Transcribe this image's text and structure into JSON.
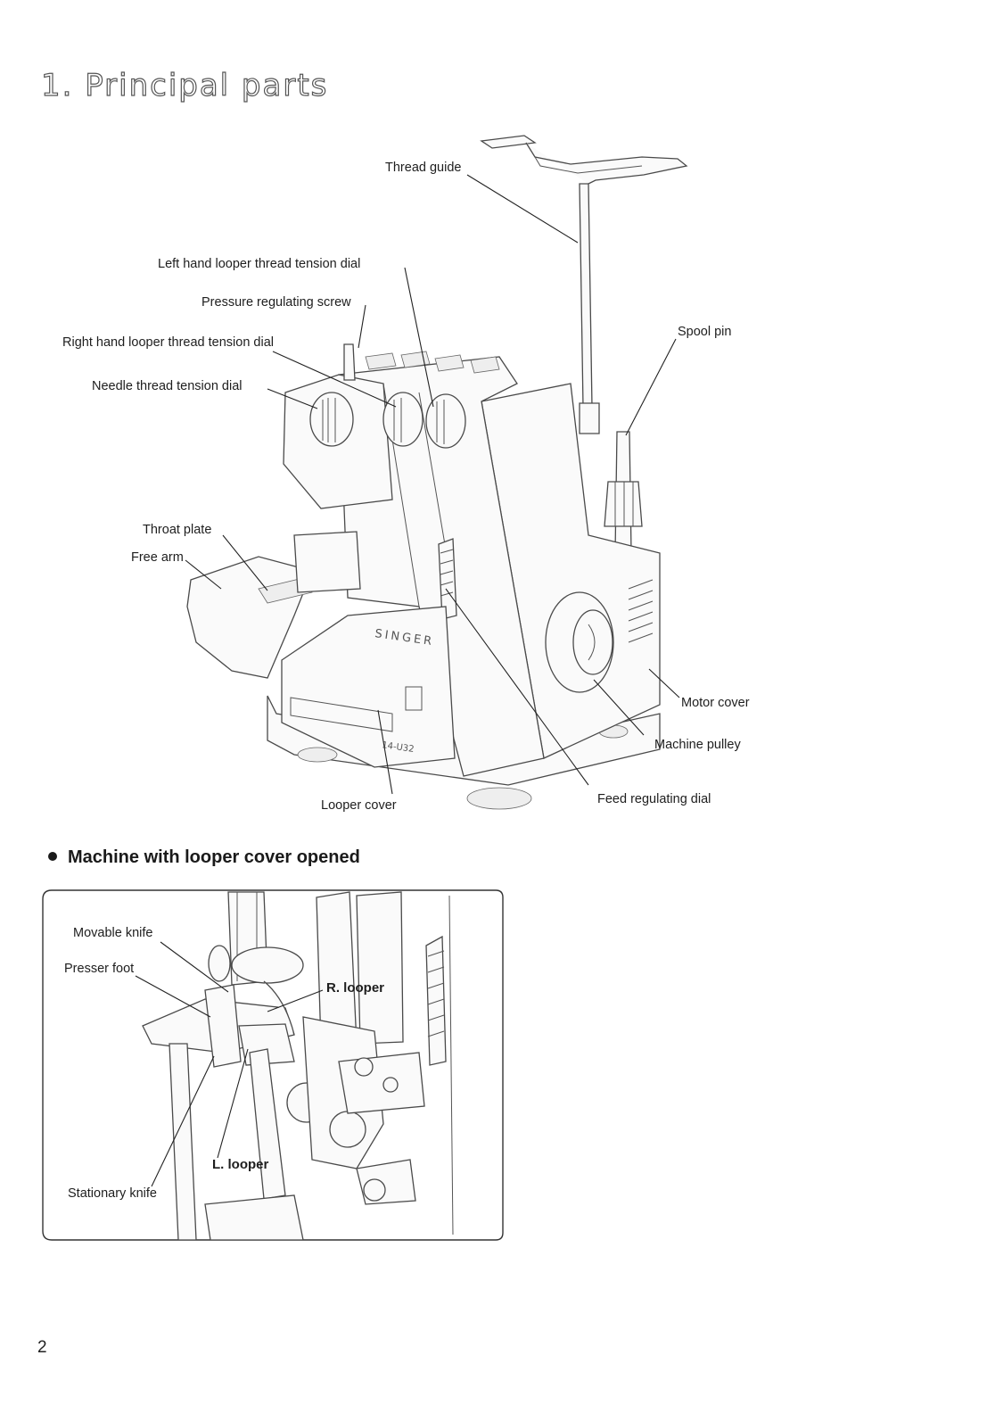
{
  "page": {
    "title": "1. Principal parts",
    "section_heading": "Machine with looper cover opened",
    "page_number": "2"
  },
  "main_figure": {
    "labels": {
      "thread_guide": "Thread guide",
      "left_hand_looper_dial": "Left hand looper thread tension dial",
      "pressure_screw": "Pressure regulating screw",
      "right_hand_looper_dial": "Right hand looper thread tension dial",
      "needle_dial": "Needle thread tension dial",
      "spool_pin": "Spool pin",
      "throat_plate": "Throat plate",
      "free_arm": "Free arm",
      "motor_cover": "Motor cover",
      "machine_pulley": "Machine pulley",
      "looper_cover": "Looper cover",
      "feed_dial": "Feed regulating dial"
    },
    "brand": "SINGER",
    "model": "14-U32"
  },
  "detail_figure": {
    "labels": {
      "movable_knife": "Movable knife",
      "presser_foot": "Presser foot",
      "r_looper": "R. looper",
      "l_looper": "L. looper",
      "stationary_knife": "Stationary knife"
    }
  }
}
